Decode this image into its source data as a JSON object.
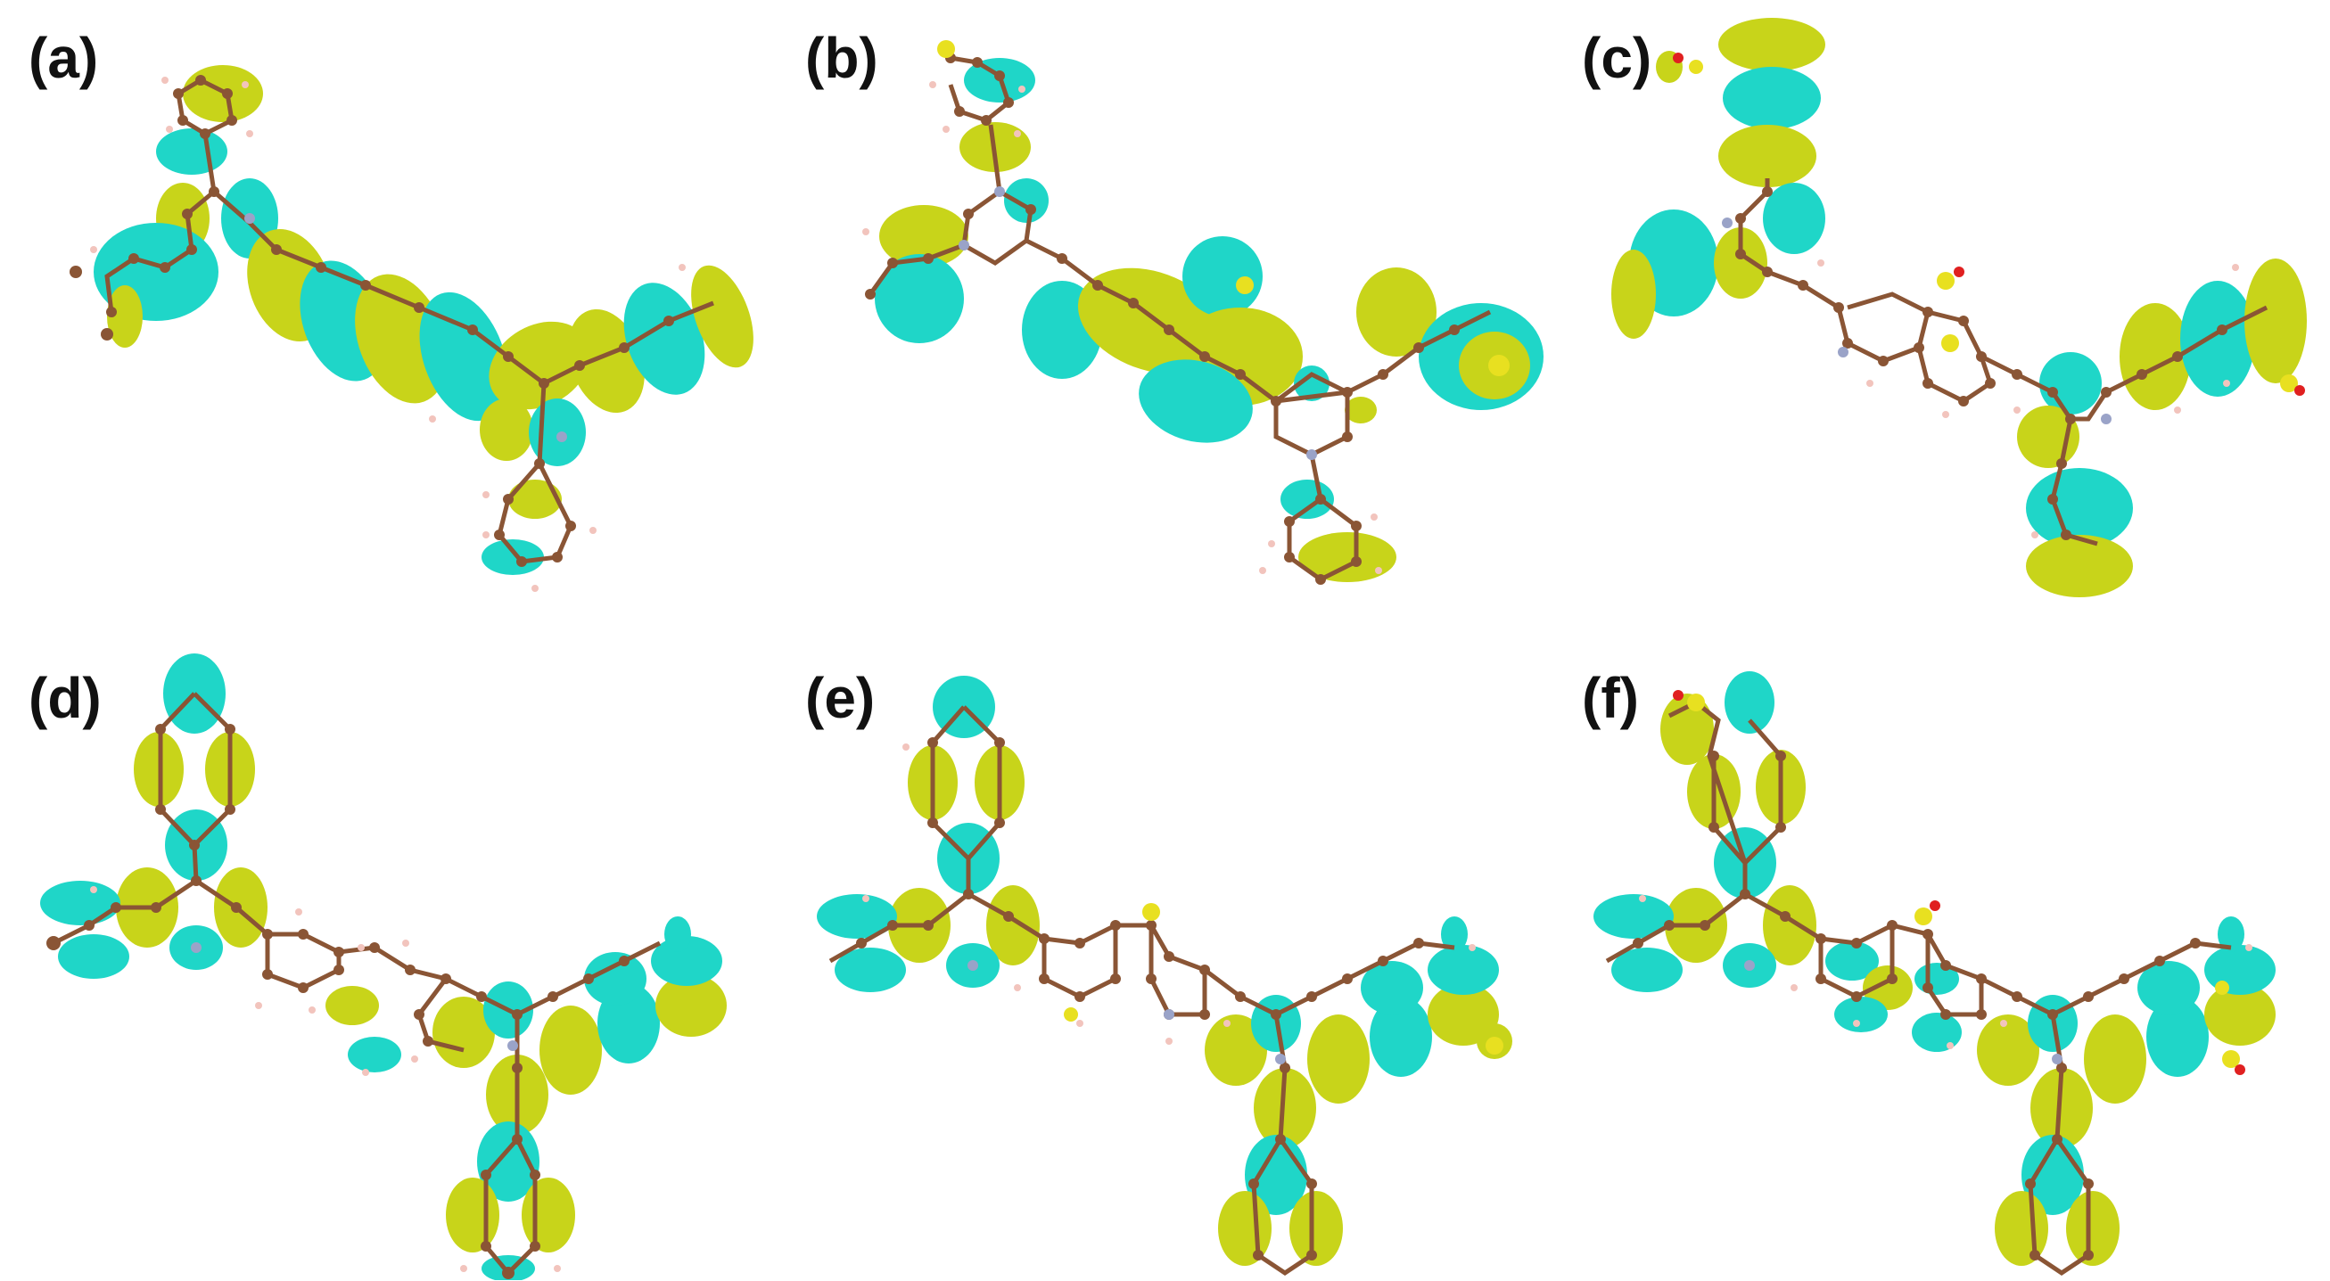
{
  "figure": {
    "panels": [
      {
        "id": "a",
        "label": "(a)"
      },
      {
        "id": "b",
        "label": "(b)"
      },
      {
        "id": "c",
        "label": "(c)"
      },
      {
        "id": "d",
        "label": "(d)"
      },
      {
        "id": "e",
        "label": "(e)"
      },
      {
        "id": "f",
        "label": "(f)"
      }
    ],
    "colors": {
      "positive_lobe": "#c8d41a",
      "negative_lobe": "#1fd6c8",
      "carbon": "#8a5535",
      "hydrogen": "#f2c4bd",
      "nitrogen": "#9aa3c8",
      "sulfur": "#e8e020",
      "oxygen": "#e02020"
    }
  }
}
